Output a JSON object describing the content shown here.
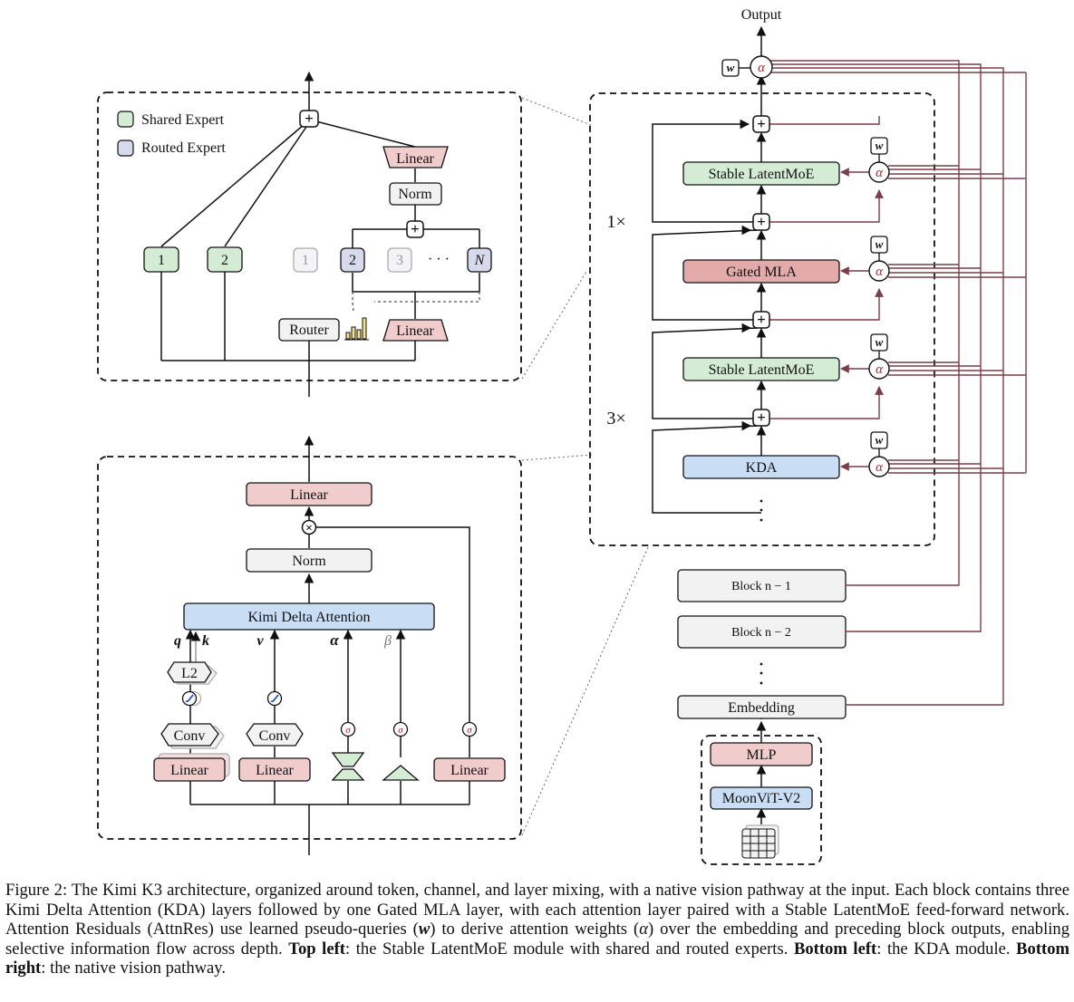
{
  "output_label": "Output",
  "w_label": "w",
  "alpha_label": "α",
  "moe": {
    "legend_shared": "Shared Expert",
    "legend_routed": "Routed Expert",
    "linear_top": "Linear",
    "norm": "Norm",
    "shared_1": "1",
    "shared_2": "2",
    "routed_1": "1",
    "routed_2": "2",
    "routed_3": "3",
    "routed_dots": "· · ·",
    "routed_n": "N",
    "router": "Router",
    "linear_bottom": "Linear"
  },
  "kda": {
    "linear_top": "Linear",
    "norm": "Norm",
    "attention": "Kimi Delta Attention",
    "q": "q",
    "k": "k",
    "v": "v",
    "alpha": "α",
    "beta": "β",
    "l2": "L2",
    "conv_1": "Conv",
    "conv_2": "Conv",
    "sigma": "σ",
    "linear_1": "Linear",
    "linear_2": "Linear",
    "linear_3": "Linear"
  },
  "stack": {
    "stable_latentmoe_top": "Stable LatentMoE",
    "gated_mla": "Gated MLA",
    "stable_latentmoe_bottom": "Stable LatentMoE",
    "kda": "KDA",
    "repeat_1": "1×",
    "repeat_3": "3×",
    "block_n1": "Block n − 1",
    "block_n2": "Block n − 2",
    "embedding": "Embedding",
    "mlp": "MLP",
    "moonvit": "MoonViT-V2"
  },
  "colors": {
    "green": "#d5ecd4",
    "red": "#f1cccc",
    "gated_mla": "#e3aaaa",
    "blue": "#c9ddf5",
    "routed": "#d7d9ec",
    "gray": "#f2f2f2",
    "attn_line": "#7a3f48"
  },
  "caption": {
    "figure_label": "Figure 2:",
    "text_1": " The Kimi K3 architecture, organized around token, channel, and layer mixing, with a native vision pathway at the input. Each block contains three Kimi Delta Attention (KDA) layers followed by one Gated MLA layer, with each attention layer paired with a Stable LatentMoE feed-forward network. Attention Residuals (AttnRes) use learned pseudo-queries (",
    "w_symbol": "w",
    "text_2": ") to derive attention weights (",
    "alpha_symbol": "α",
    "text_3": ") over the embedding and preceding block outputs, enabling selective information flow across depth. ",
    "top_left_label": "Top left",
    "text_4": ": the Stable LatentMoE module with shared and routed experts. ",
    "bottom_left_label": "Bottom left",
    "text_5": ": the KDA module. ",
    "bottom_right_label": "Bottom right",
    "text_6": ": the native vision pathway."
  }
}
